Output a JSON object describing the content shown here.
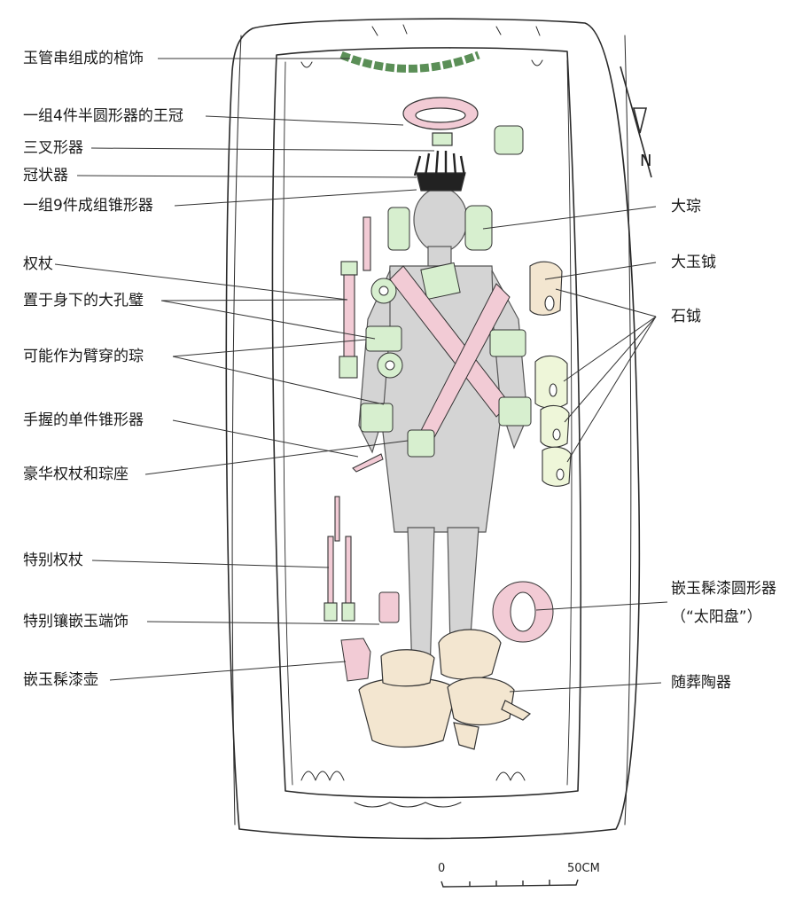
{
  "labels_left": [
    {
      "id": "jade-tube-ornament",
      "text": "玉管串组成的棺饰"
    },
    {
      "id": "crown-4-pieces",
      "text": "一组4件半圆形器的王冠"
    },
    {
      "id": "trident",
      "text": "三叉形器"
    },
    {
      "id": "crown-shaped",
      "text": "冠状器"
    },
    {
      "id": "cone-set-9",
      "text": "一组9件成组锥形器"
    },
    {
      "id": "scepter",
      "text": "权杖"
    },
    {
      "id": "bi-under-body",
      "text": "置于身下的大孔璧"
    },
    {
      "id": "arm-cong",
      "text": "可能作为臂穿的琮"
    },
    {
      "id": "hand-cone",
      "text": "手握的单件锥形器"
    },
    {
      "id": "luxury-scepter",
      "text": "豪华权杖和琮座"
    },
    {
      "id": "special-scepter",
      "text": "特别权杖"
    },
    {
      "id": "special-inlay",
      "text": "特别镶嵌玉端饰"
    },
    {
      "id": "lacquer-pot",
      "text": "嵌玉髹漆壶"
    }
  ],
  "labels_right": [
    {
      "id": "big-cong",
      "text": "大琮"
    },
    {
      "id": "big-jade-yue",
      "text": "大玉钺"
    },
    {
      "id": "stone-yue",
      "text": "石钺"
    },
    {
      "id": "lacquer-disc",
      "text": "嵌玉髹漆圆形器"
    },
    {
      "id": "sun-disc",
      "text": "（“太阳盘”）"
    },
    {
      "id": "pottery",
      "text": "随葬陶器"
    }
  ],
  "north_label": "N",
  "scale": {
    "zero": "0",
    "end": "50CM"
  },
  "colors": {
    "jade_green": "#d7efcf",
    "pink": "#f2cbd5",
    "body_gray": "#d4d4d4",
    "pottery": "#f3e6d0",
    "line": "#2a2a2a"
  }
}
